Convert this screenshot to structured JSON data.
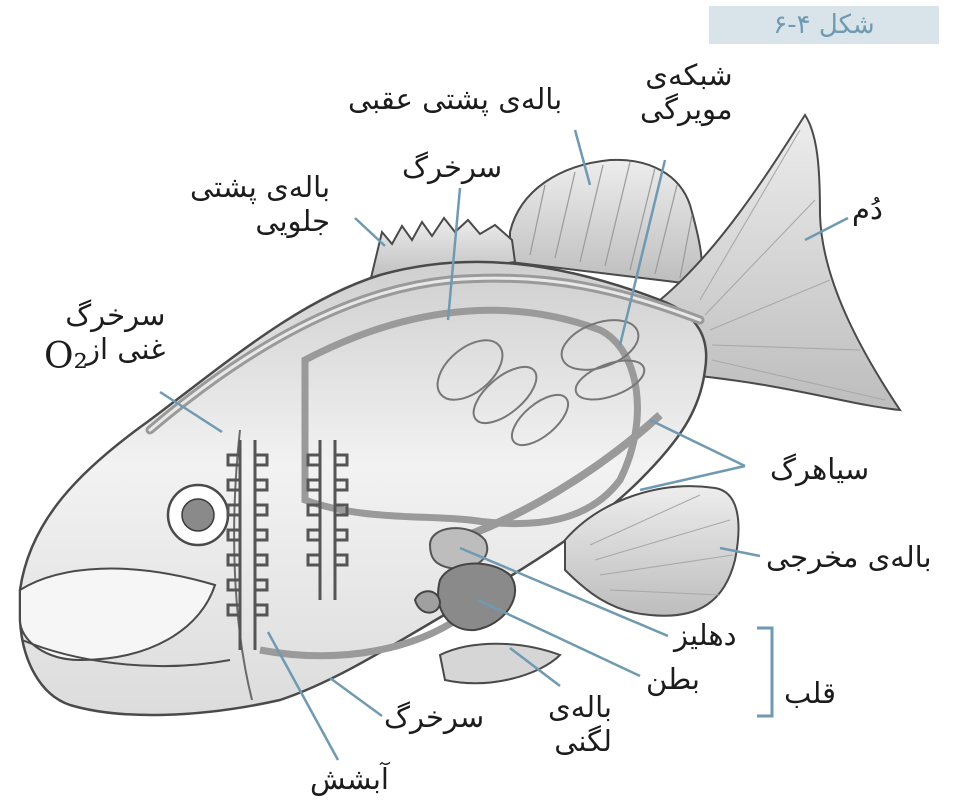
{
  "figure_tag": "شکل ۴-۶",
  "labels": {
    "rear_dorsal_fin": "باله‌ی پشتی عقبی",
    "capillary_net_l1": "شبکه‌ی",
    "capillary_net_l2": "مویرگی",
    "artery_top": "سرخرگ",
    "front_dorsal_fin_l1": "باله‌ی پشتی",
    "front_dorsal_fin_l2": "جلویی",
    "tail": "دُم",
    "o2_artery_l1": "سرخرگ",
    "o2_artery_l2": "غنی از",
    "o2_symbol": "O₂",
    "vein": "سیاهرگ",
    "anal_fin": "باله‌ی مخرجی",
    "atrium": "دهلیز",
    "ventricle": "بطن",
    "heart": "قلب",
    "pelvic_fin_l1": "باله‌ی",
    "pelvic_fin_l2": "لگنی",
    "artery_bottom": "سرخرگ",
    "gills": "آبشش"
  },
  "colors": {
    "leader_line": "#6f9ab1",
    "vessel": "#9a9a9a",
    "outline": "#4a4a4a"
  }
}
